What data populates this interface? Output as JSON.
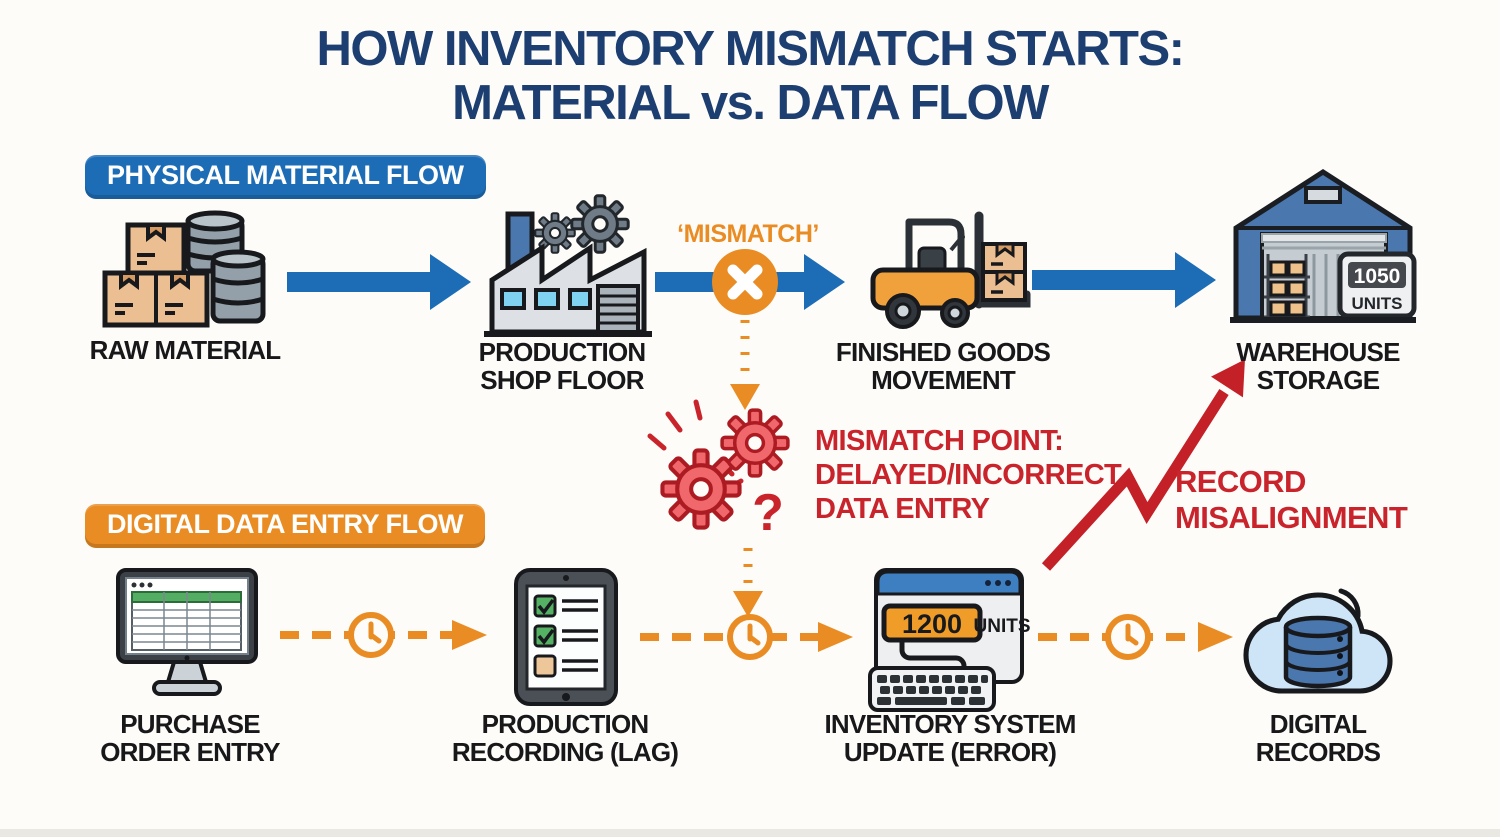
{
  "title": {
    "line1": "HOW INVENTORY MISMATCH STARTS:",
    "line2": "MATERIAL vs. DATA FLOW"
  },
  "physical_flow": {
    "section_label": "PHYSICAL MATERIAL FLOW",
    "mismatch_tag": "‘MISMATCH’",
    "nodes": [
      {
        "name": "raw-material",
        "line1": "RAW MATERIAL"
      },
      {
        "name": "production-shop-floor",
        "line1": "PRODUCTION",
        "line2": "SHOP FLOOR"
      },
      {
        "name": "finished-goods-movement",
        "line1": "FINISHED GOODS",
        "line2": "MOVEMENT"
      },
      {
        "name": "warehouse-storage",
        "line1": "WAREHOUSE",
        "line2": "STORAGE",
        "sign": {
          "value": "1050",
          "unit": "UNITS"
        }
      }
    ]
  },
  "digital_flow": {
    "section_label": "DIGITAL DATA ENTRY FLOW",
    "nodes": [
      {
        "name": "purchase-order-entry",
        "line1": "PURCHASE",
        "line2": "ORDER ENTRY"
      },
      {
        "name": "production-recording",
        "line1": "PRODUCTION",
        "line2": "RECORDING (LAG)"
      },
      {
        "name": "inventory-system-update",
        "line1": "INVENTORY SYSTEM",
        "line2": "UPDATE (ERROR)",
        "badge": {
          "value": "1200",
          "unit": "UNITS"
        }
      },
      {
        "name": "digital-records",
        "line1": "DIGITAL",
        "line2": "RECORDS"
      }
    ]
  },
  "center_annotations": {
    "mismatch_point": {
      "line1": "MISMATCH POINT:",
      "line2": "DELAYED/INCORRECT",
      "line3": "DATA ENTRY"
    },
    "question_mark": "?",
    "record_misalignment": {
      "line1": "RECORD",
      "line2": "MISALIGNMENT"
    }
  },
  "colors": {
    "flow_blue": "#1d6db6",
    "flow_orange": "#ea8c24",
    "alert_red": "#c9242b",
    "title_navy": "#1c3e70"
  }
}
